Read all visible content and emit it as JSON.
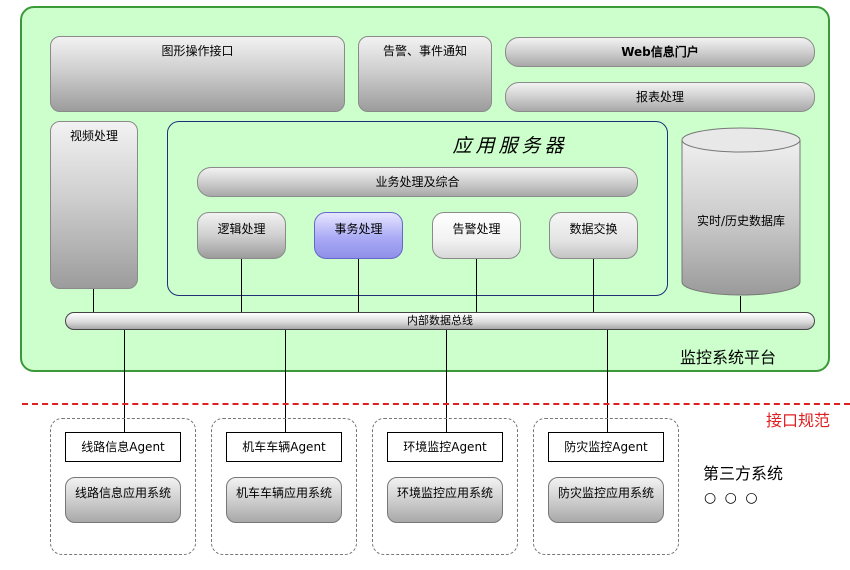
{
  "platform": {
    "label": "监控系统平台"
  },
  "top_boxes": {
    "gui": "图形操作接口",
    "alarm_notify": "告警、事件通知",
    "web_portal": "Web信息门户",
    "report": "报表处理"
  },
  "video": "视频处理",
  "app_server": {
    "title": "应用服务器",
    "business": "业务处理及综合",
    "modules": [
      "逻辑处理",
      "事务处理",
      "告警处理",
      "数据交换"
    ]
  },
  "database": "实时/历史数据库",
  "bus": "内部数据总线",
  "interface": "接口规范",
  "agents": [
    {
      "agent": "线路信息Agent",
      "system": "线路信息应用系统"
    },
    {
      "agent": "机车车辆Agent",
      "system": "机车车辆应用系统"
    },
    {
      "agent": "环境监控Agent",
      "system": "环境监控应用系统"
    },
    {
      "agent": "防灾监控Agent",
      "system": "防灾监控应用系统"
    }
  ],
  "third_party": {
    "label": "第三方系统",
    "ellipsis": "○ ○ ○"
  },
  "colors": {
    "platform_bg": "#ccffcc",
    "platform_border": "#3a9a3a",
    "interface_line": "#e02020",
    "server_border": "#1f2f7a",
    "highlight_module": "#aaaaf6"
  }
}
